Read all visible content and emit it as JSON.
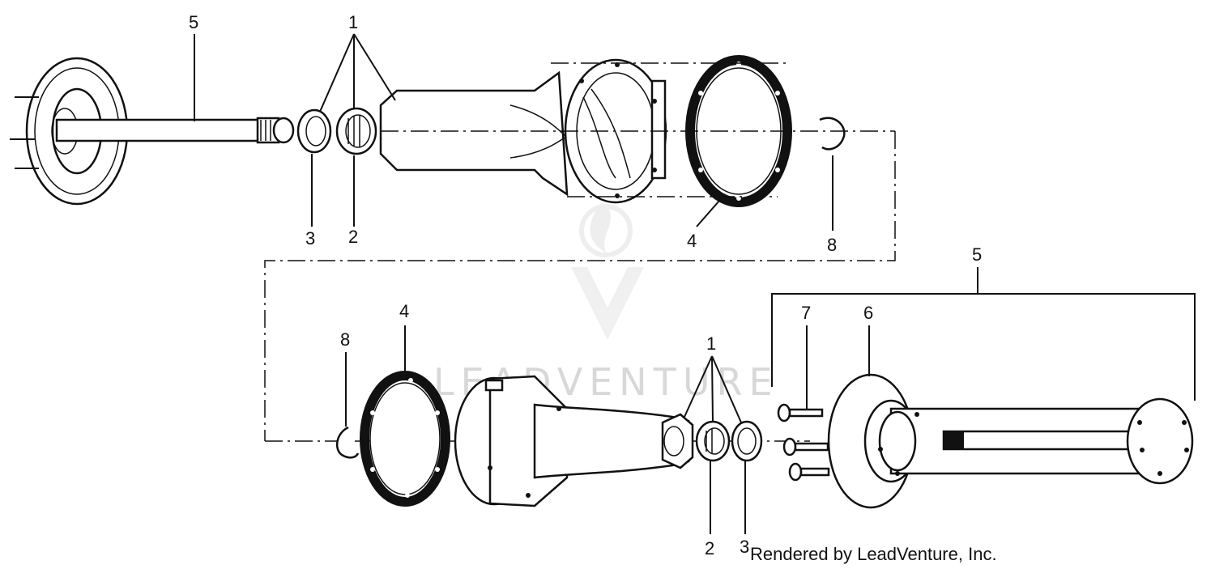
{
  "watermark": {
    "text": "LEADVENTURE"
  },
  "credit": {
    "text": "Rendered by LeadVenture, Inc."
  },
  "callouts": {
    "top_shaft": "5",
    "top_bearing_group": "1",
    "top_race": "3",
    "top_bearing": "2",
    "top_gasket": "4",
    "top_clip": "8",
    "bottom_shaft_group": "5",
    "bottom_bolt": "7",
    "bottom_hub": "6",
    "bottom_clip": "8",
    "bottom_gasket": "4",
    "bottom_bearing_group": "1",
    "bottom_bearing": "2",
    "bottom_race": "3"
  }
}
